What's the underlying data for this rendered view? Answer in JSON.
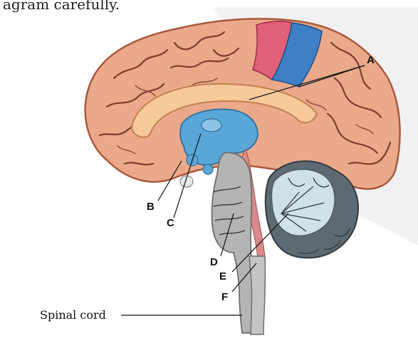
{
  "caption_fragment": "agram carefully.",
  "labels": {
    "a": "A",
    "b": "B",
    "c": "C",
    "d": "D",
    "e": "E",
    "f": "F",
    "spinal_cord": "Spinal cord"
  },
  "colors": {
    "cortex": "#eaa98a",
    "cortex_dark": "#c9795b",
    "red_region": "#e0607a",
    "blue_region": "#3f7fc6",
    "ventricle": "#5aa6d6",
    "corpus_callosum": "#f6c89a",
    "brainstem": "#b4b4b4",
    "cerebellum_light": "#cfe0e8",
    "cerebellum_dark": "#5e6a72"
  }
}
